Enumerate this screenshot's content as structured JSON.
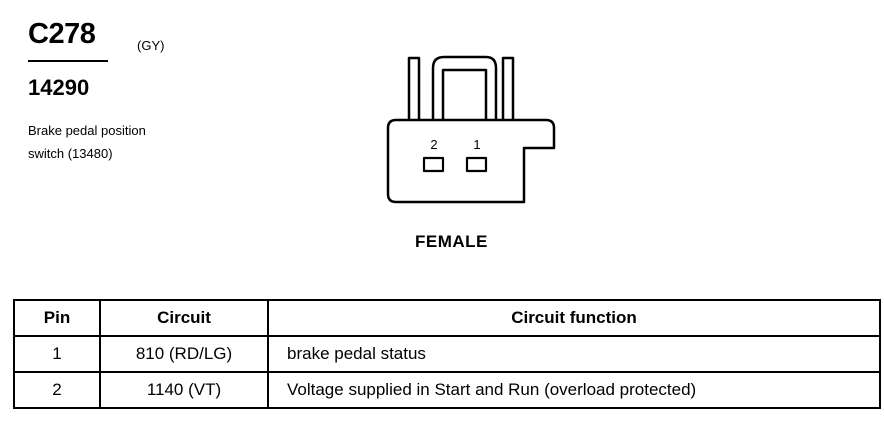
{
  "connector": {
    "id": "C278",
    "color_code": "(GY)",
    "part_number": "14290",
    "description_line1": "Brake pedal position",
    "description_line2": "switch (13480)",
    "pin_labels": [
      "2",
      "1"
    ],
    "gender": "FEMALE"
  },
  "table": {
    "headers": {
      "pin": "Pin",
      "circuit": "Circuit",
      "function": "Circuit function"
    },
    "rows": [
      {
        "pin": "1",
        "circuit": "810 (RD/LG)",
        "function": "brake pedal status"
      },
      {
        "pin": "2",
        "circuit": "1140 (VT)",
        "function": "Voltage supplied in Start and Run (overload protected)"
      }
    ]
  }
}
